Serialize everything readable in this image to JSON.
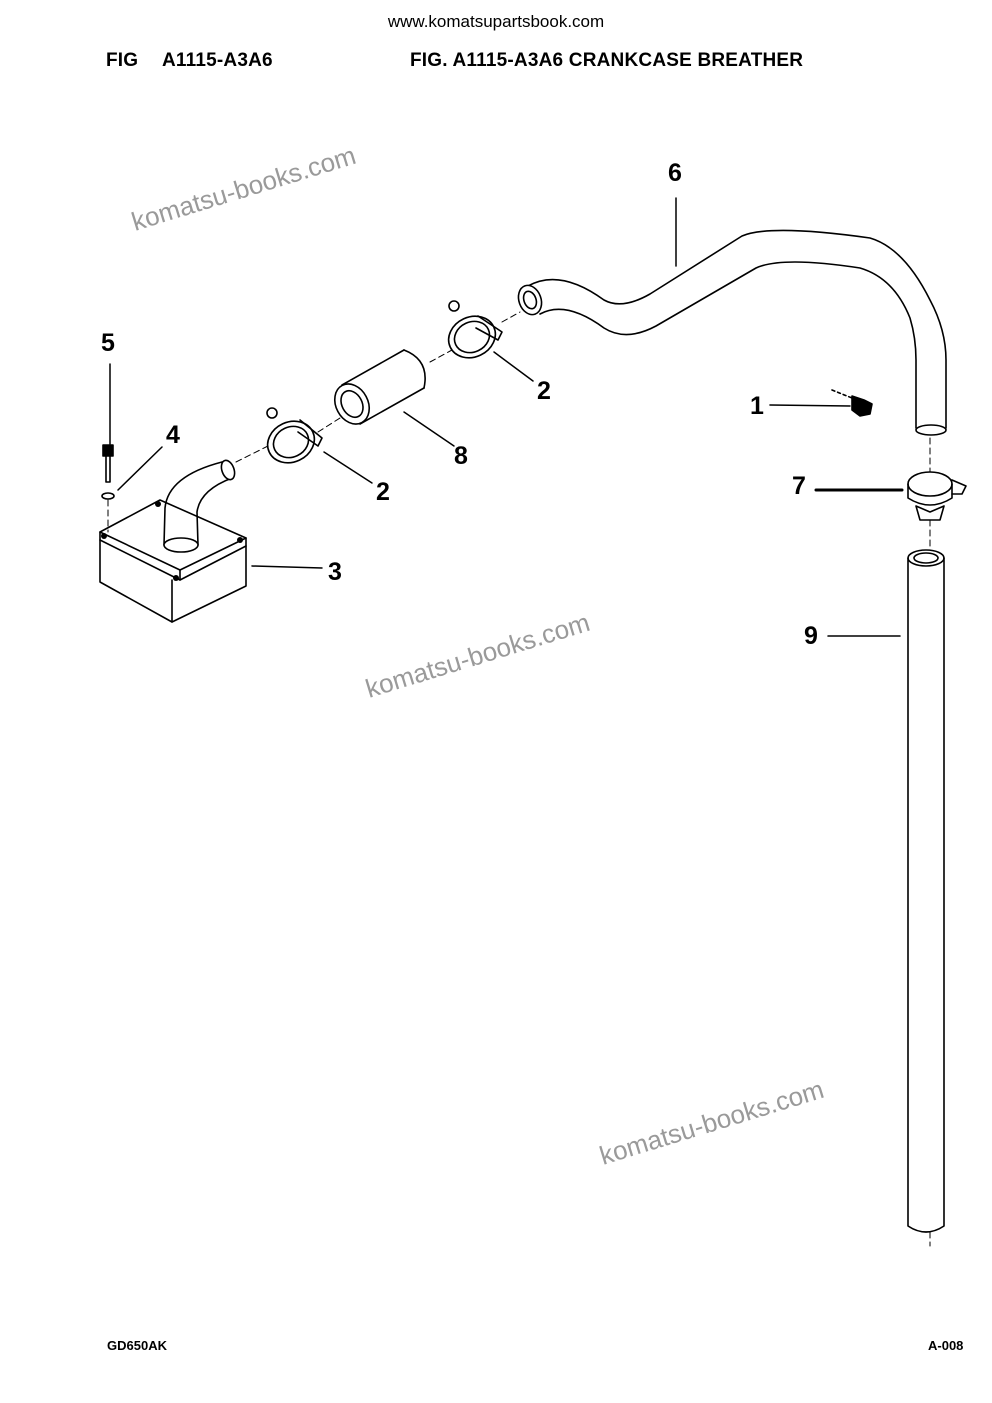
{
  "header": {
    "site_url": "www.komatsupartsbook.com",
    "fig_label": "FIG",
    "fig_code": "A1115-A3A6",
    "fig_title": "FIG. A1115-A3A6 CRANKCASE BREATHER"
  },
  "watermark_text": "komatsu-books.com",
  "callouts": [
    "1",
    "2",
    "2",
    "3",
    "4",
    "5",
    "6",
    "7",
    "8",
    "9"
  ],
  "footer": {
    "model": "GD650AK",
    "page": "A-008"
  }
}
